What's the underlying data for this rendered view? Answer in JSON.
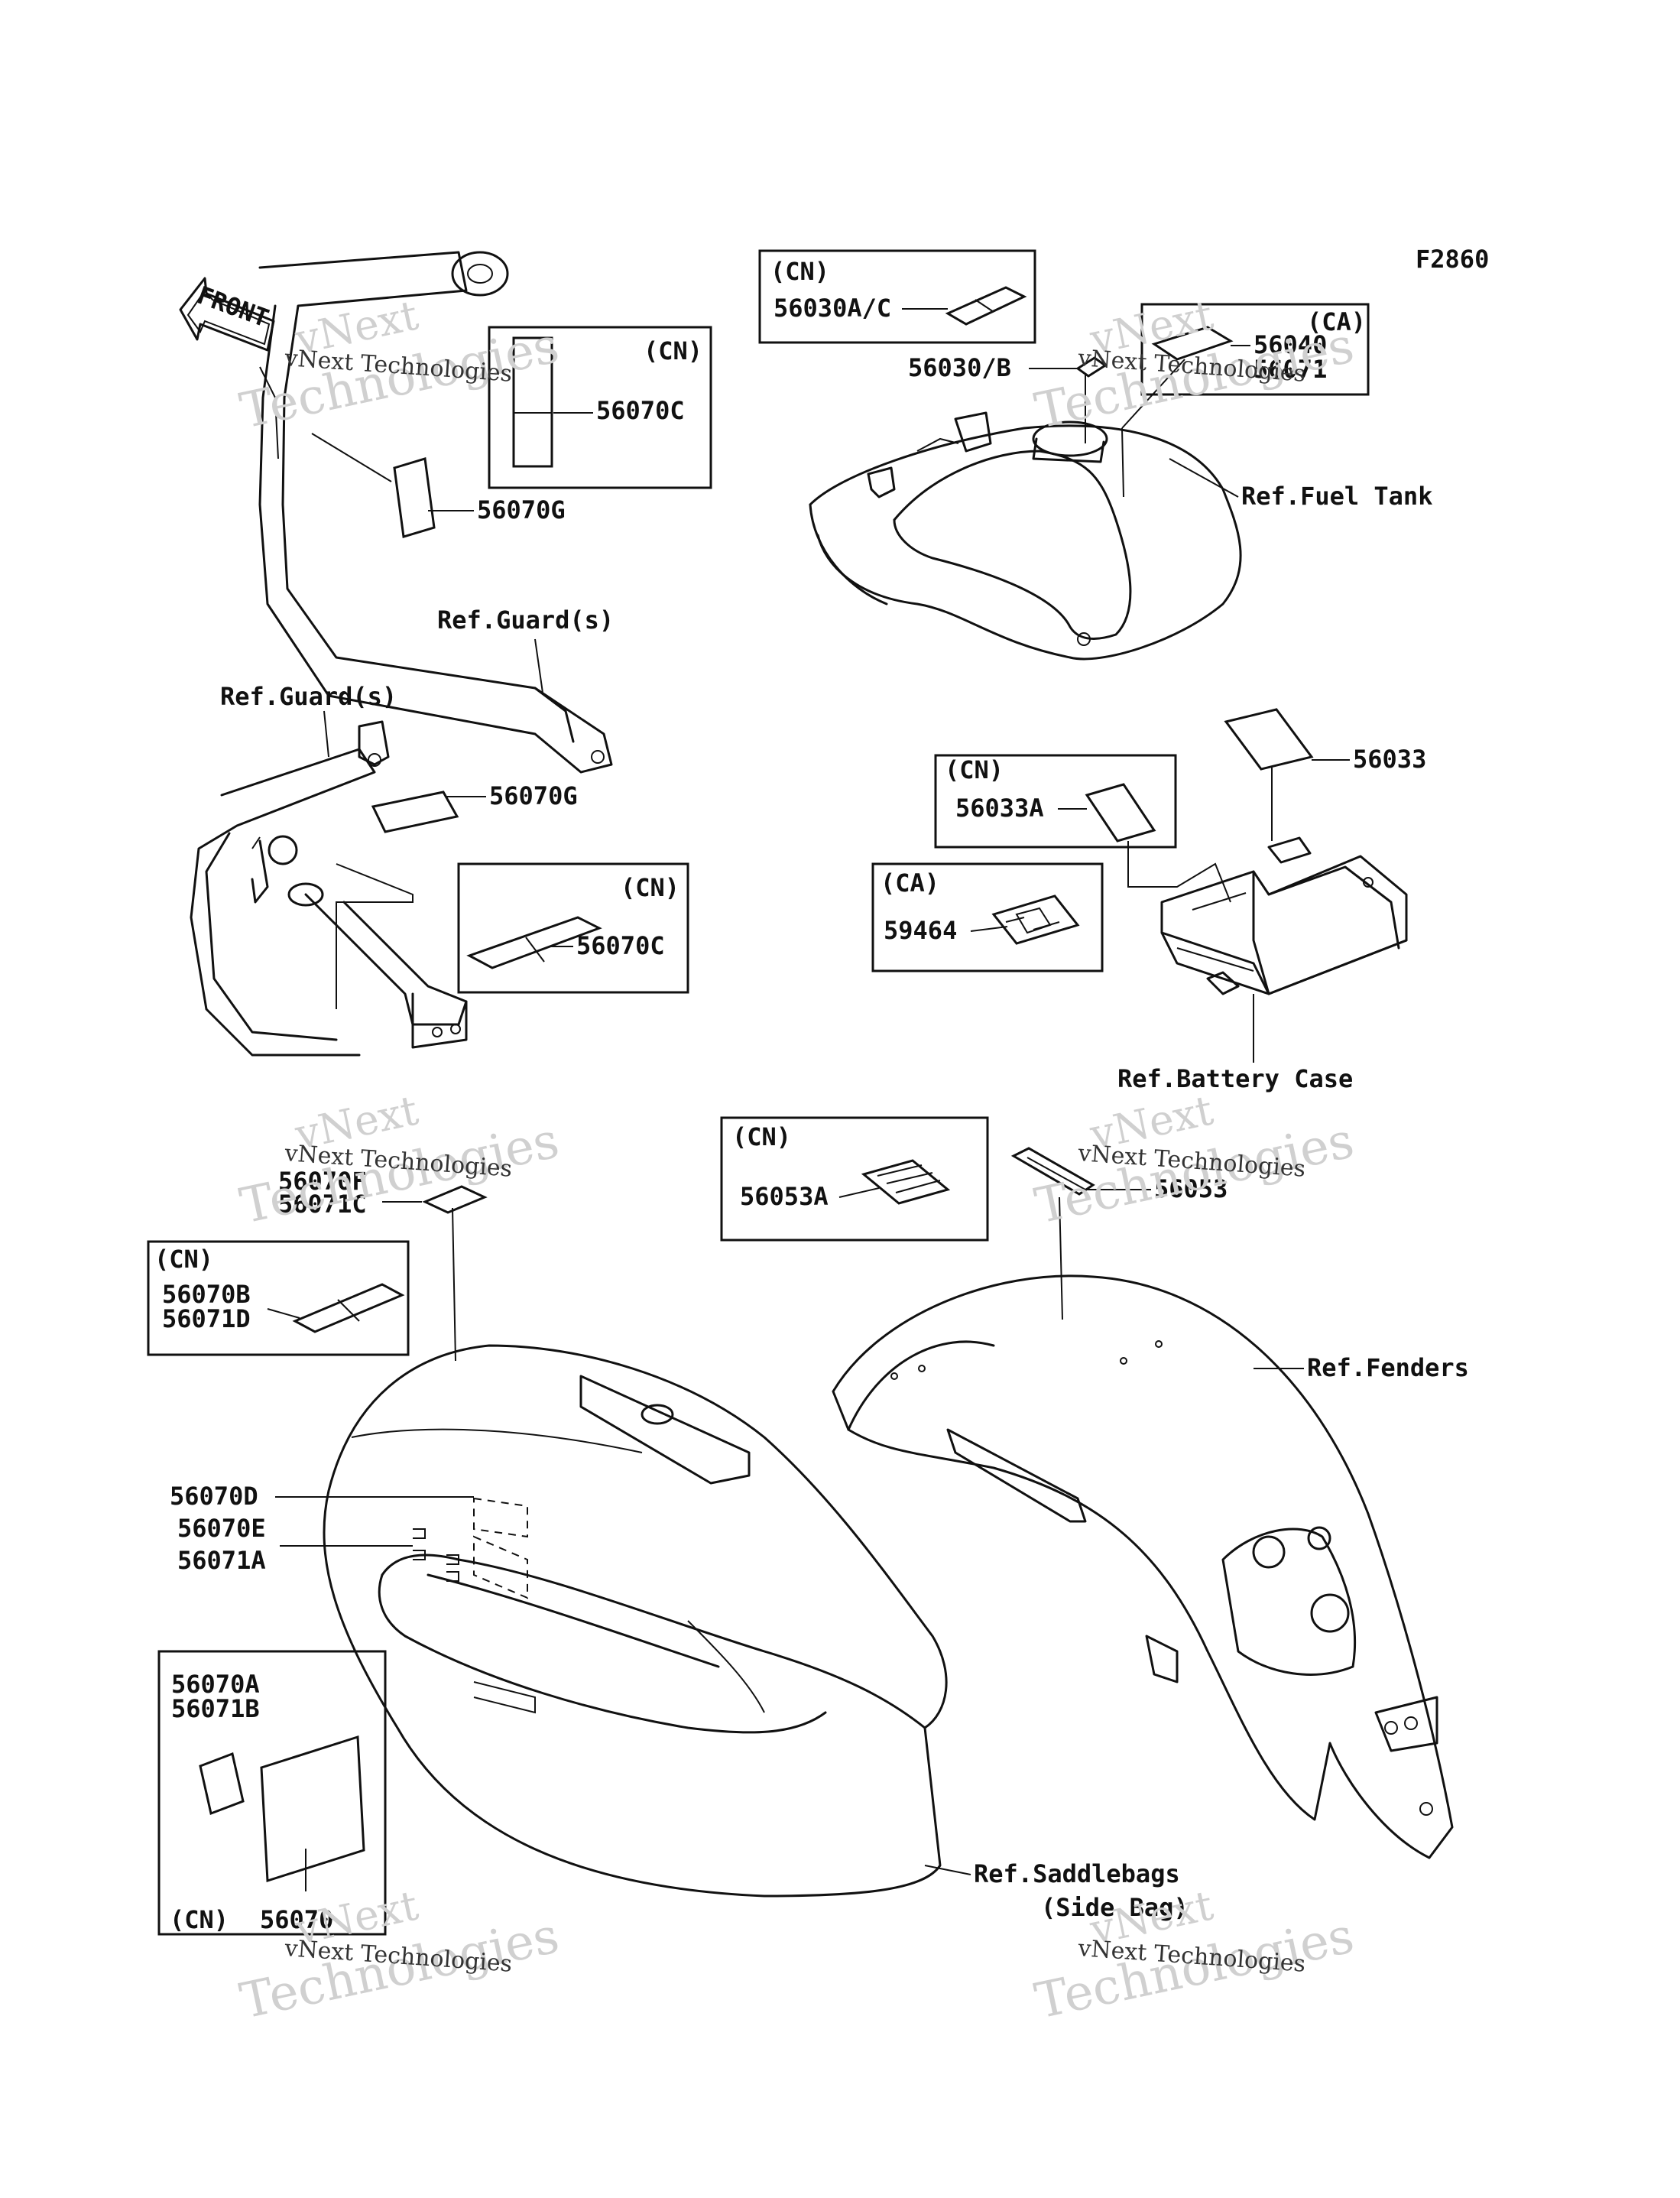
{
  "figure_code": "F2860",
  "front_label": "FRONT",
  "watermark": {
    "line1": "vNext Technologies",
    "line2": "vNext",
    "line3": "Technologies"
  },
  "refs": {
    "guard_upper": "Ref.Guard(s)",
    "guard_lower": "Ref.Guard(s)",
    "fuel_tank": "Ref.Fuel Tank",
    "battery_case": "Ref.Battery Case",
    "fenders": "Ref.Fenders",
    "saddlebags": "Ref.Saddlebags",
    "saddlebags_sub": "(Side Bag)"
  },
  "region_tags": {
    "cn_guard_upper": "(CN)",
    "cn_guard_lower": "(CN)",
    "cn_tank": "(CN)",
    "ca_tank": "(CA)",
    "cn_battery": "(CN)",
    "ca_battery": "(CA)",
    "cn_fender": "(CN)",
    "cn_saddlebag_top": "(CN)",
    "cn_saddlebag_bottom": "(CN)"
  },
  "parts": {
    "p56070C_upper": "56070C",
    "p56070G_upper": "56070G",
    "p56070G_lower": "56070G",
    "p56070C_lower": "56070C",
    "p56030AC": "56030A/C",
    "p56030B": "56030/B",
    "p56040": "56040",
    "p56071": "56071",
    "p56033": "56033",
    "p56033A": "56033A",
    "p59464": "59464",
    "p56053A": "56053A",
    "p56053": "56053",
    "p56070F": "56070F",
    "p56071C": "56071C",
    "p56070B": "56070B",
    "p56071D": "56071D",
    "p56070D": "56070D",
    "p56070E": "56070E",
    "p56071A": "56071A",
    "p56070A": "56070A",
    "p56071B": "56071B",
    "p56070": "56070"
  }
}
